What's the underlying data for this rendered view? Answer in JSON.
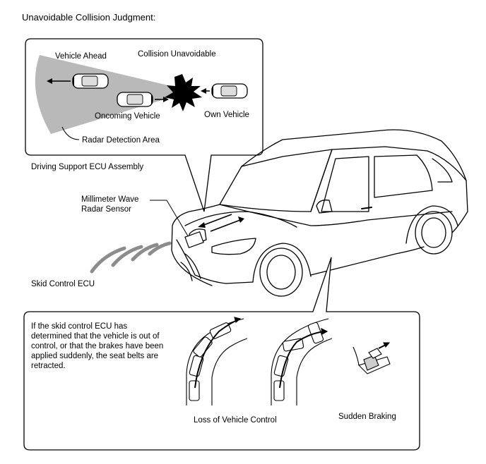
{
  "title": "Unavoidable Collision Judgment:",
  "callout_top": {
    "vehicle_ahead": "Vehicle Ahead",
    "collision_unavoidable": "Collision Unavoidable",
    "oncoming_vehicle": "Oncoming Vehicle",
    "own_vehicle": "Own Vehicle",
    "radar_detection_area": "Radar Detection Area"
  },
  "labels": {
    "driving_support_ecu": "Driving Support ECU Assembly",
    "millimeter_wave_line1": "Millimeter Wave",
    "millimeter_wave_line2": "Radar Sensor",
    "skid_control_ecu": "Skid Control ECU"
  },
  "callout_bottom": {
    "description": "If the skid control ECU has determined that the vehicle is out of control, or that the brakes have been applied suddenly, the seat belts are retracted.",
    "loss_of_control": "Loss of Vehicle Control",
    "sudden_braking": "Sudden Braking"
  }
}
